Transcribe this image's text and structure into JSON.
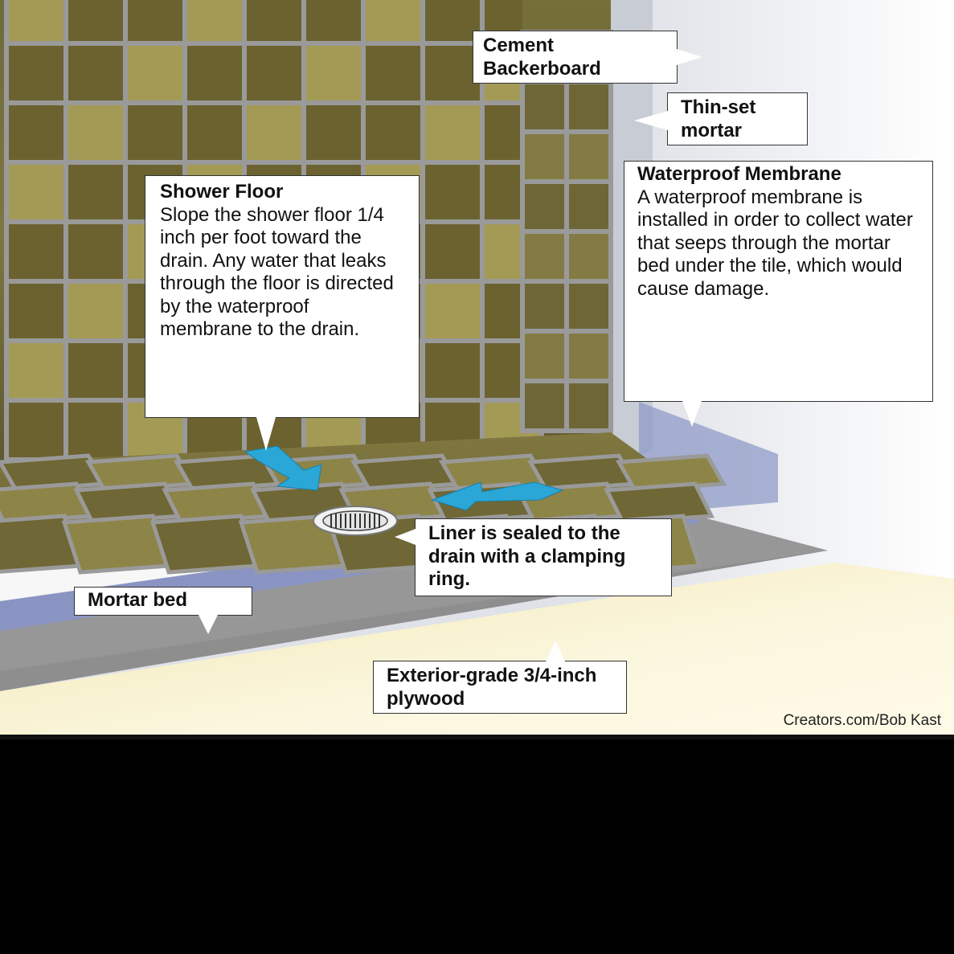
{
  "callouts": {
    "cement_backerboard": {
      "title": "Cement Backerboard"
    },
    "thin_set_mortar": {
      "title": "Thin-set mortar"
    },
    "waterproof_membrane": {
      "title": "Waterproof Membrane",
      "body": "A waterproof membrane is installed in order to collect water that seeps through the mortar bed under the tile, which would cause damage."
    },
    "shower_floor": {
      "title": "Shower Floor",
      "body": "Slope the shower floor 1/4 inch per foot toward the drain. Any water that leaks through the floor is directed by the waterproof membrane to the drain."
    },
    "liner": {
      "title": "Liner is sealed to the drain with a clamping ring."
    },
    "mortar_bed": {
      "title": "Mortar bed"
    },
    "plywood": {
      "title": "Exterior-grade 3/4-inch plywood"
    }
  },
  "credit": "Creators.com/Bob Kast",
  "colors": {
    "tile_dark": "#6b6230",
    "tile_light": "#a39a55",
    "grout": "#9a9a9a",
    "arrow": "#2aa7d6",
    "plywood": "#f6eec6",
    "mortar": "#8e8e8e",
    "membrane": "#8f9bc7",
    "wall": "#f0f2f6"
  }
}
